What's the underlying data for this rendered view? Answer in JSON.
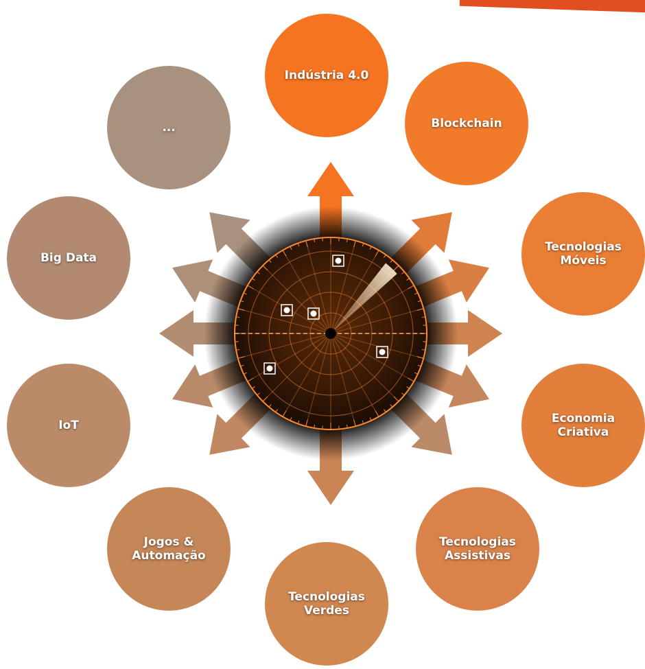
{
  "nodes": [
    {
      "label": "Indústria 4.0",
      "color": "#f47421"
    },
    {
      "label": "Blockchain",
      "color": "#f17b2b"
    },
    {
      "label": "Tecnologias\nMóveis",
      "color": "#ea7e34"
    },
    {
      "label": "Economia\nCriativa",
      "color": "#e27f3b"
    },
    {
      "label": "Tecnologias\nAssistivas",
      "color": "#d9834b"
    },
    {
      "label": "Tecnologias\nVerdes",
      "color": "#d08750"
    },
    {
      "label": "Jogos &\nAutomação",
      "color": "#c58658"
    },
    {
      "label": "IoT",
      "color": "#bb8a68"
    },
    {
      "label": "Big Data",
      "color": "#b28a72"
    },
    {
      "label": "...",
      "color": "#a8917f"
    }
  ],
  "hub": {
    "icon": "radar-icon",
    "scope_bg": "#1a0c04",
    "scope_line": "#ff8a2e",
    "blip_color": "#ffffff"
  },
  "accent_color": "#e14e20"
}
